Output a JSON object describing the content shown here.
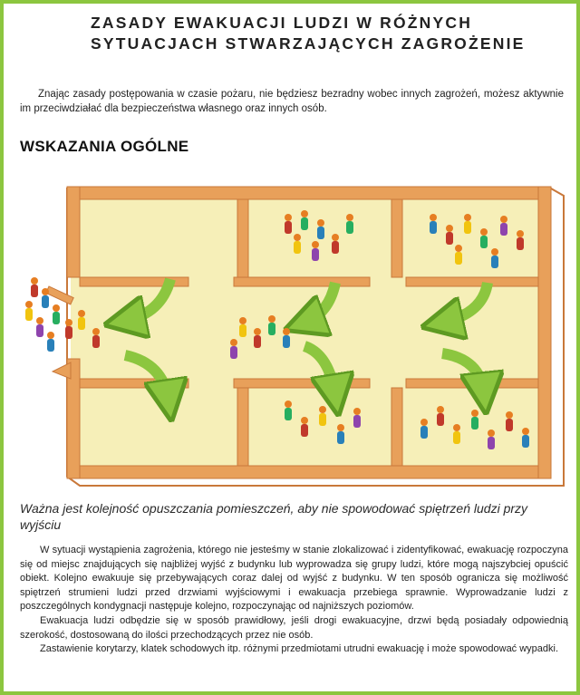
{
  "header": {
    "title_line1": "ZASADY EWAKUACJI LUDZI W RÓŻNYCH",
    "title_line2": "SYTUACJACH STWARZAJĄCYCH ZAGROŻENIE"
  },
  "intro": {
    "text": "Znając zasady postępowania w czasie pożaru, nie będziesz bezradny wobec innych zagrożeń, możesz aktywnie im przeciwdziałać dla bezpieczeństwa własnego oraz innych osób."
  },
  "section": {
    "heading": "WSKAZANIA OGÓLNE"
  },
  "illustration": {
    "icon": "evacuation-floor-plan-icon",
    "colors": {
      "wall": "#e8a05a",
      "wall_dark": "#c9783a",
      "floor": "#f6efb8",
      "arrow": "#8cc63f",
      "arrow_dark": "#5e9a22",
      "border": "#8cc63f"
    }
  },
  "caption": {
    "text": "Ważna jest kolejność opuszczania pomieszczeń, aby nie spowodować spiętrzeń ludzi przy wyjściu"
  },
  "body": {
    "paragraphs": [
      "W sytuacji wystąpienia zagrożenia, którego nie jesteśmy w stanie zlokalizować i zidentyfikować, ewakuację rozpoczyna się od miejsc znajdujących się najbliżej wyjść z budynku lub wyprowadza się grupy ludzi, które mogą najszybciej opuścić obiekt. Kolejno ewakuuje się przebywających coraz dalej od wyjść z budynku. W ten sposób ogranicza się możliwość spiętrzeń strumieni ludzi przed drzwiami wyjściowymi i ewakuacja przebiega sprawnie. Wyprowadzanie ludzi z poszczególnych kondygnacji następuje kolejno, rozpoczynając od najniższych poziomów.",
      "Ewakuacja ludzi odbędzie się w sposób prawidłowy, jeśli drogi ewakuacyjne, drzwi będą posiadały odpowiednią szerokość, dostosowaną do ilości przechodzących przez nie osób.",
      "Zastawienie korytarzy, klatek schodowych itp. różnymi przedmiotami utrudni ewakuację i może spowodować wypadki."
    ]
  }
}
